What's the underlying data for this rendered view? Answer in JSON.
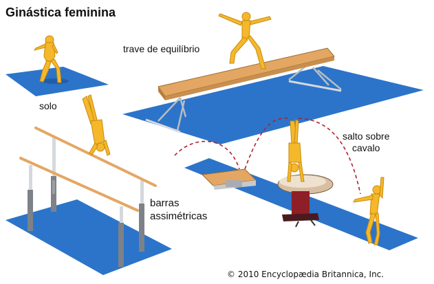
{
  "title": "Ginástica feminina",
  "labels": {
    "floor": "solo",
    "beam": "trave de equilíbrio",
    "vault_line1": "salto sobre",
    "vault_line2": "cavalo",
    "bars_line1": "barras",
    "bars_line2": "assimétricas"
  },
  "credit": "© 2010 Encyclopædia Britannica, Inc.",
  "colors": {
    "mat": "#2c74c9",
    "figure": "#f5b82a",
    "beam": "#e3a763",
    "horse": "#8e1f26",
    "pole": "#9aa0a6"
  }
}
